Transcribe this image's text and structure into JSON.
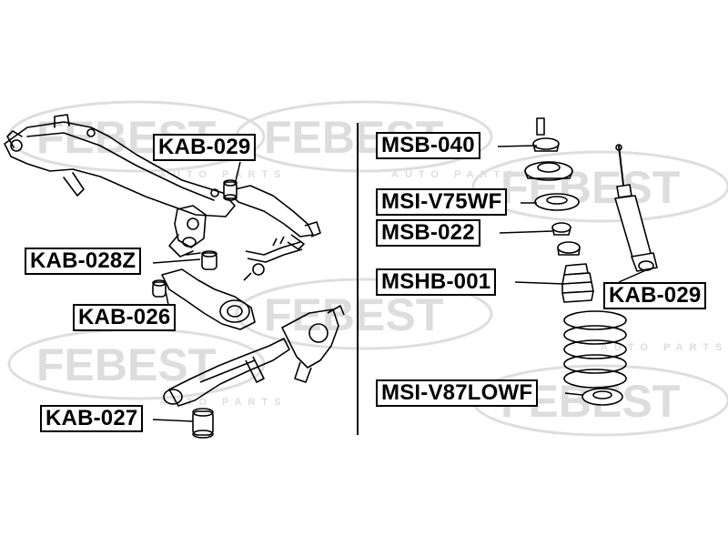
{
  "watermark": {
    "brand": "FEBEST",
    "subtext": "AUTO PARTS",
    "color": "#d9d9d9"
  },
  "labels": {
    "left_kab_029": "KAB-029",
    "left_kab_028z": "KAB-028Z",
    "left_kab_026": "KAB-026",
    "left_kab_027": "KAB-027",
    "right_msb_040": "MSB-040",
    "right_msi_v75wf": "MSI-V75WF",
    "right_msb_022": "MSB-022",
    "right_mshb_001": "MSHB-001",
    "right_kab_029": "KAB-029",
    "right_msi_v87lowf": "MSI-V87LOWF"
  },
  "colors": {
    "line": "#000000",
    "label_bg": "#ffffff",
    "divider": "#000000"
  }
}
